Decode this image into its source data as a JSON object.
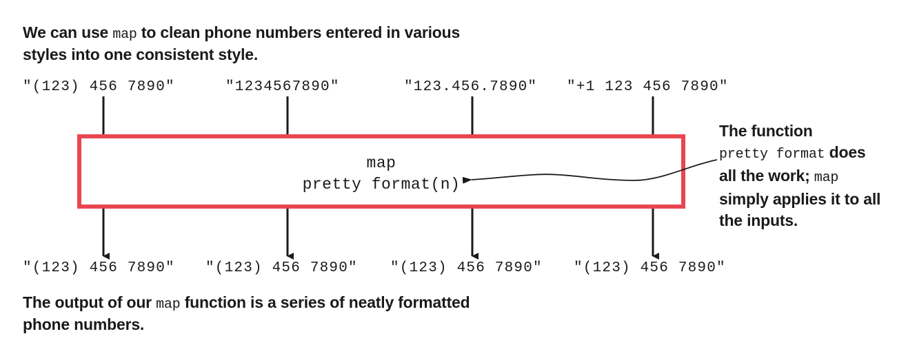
{
  "captions": {
    "top": {
      "pre": "We can use ",
      "code": "map",
      "post_line1": " to clean phone numbers entered in various",
      "line2": "styles into one consistent style."
    },
    "bottom": {
      "pre": "The output of our ",
      "code": "map",
      "post_line1": " function is a series of neatly formatted",
      "line2": "phone numbers."
    }
  },
  "inputs": [
    "\"(123) 456 7890\"",
    "\"1234567890\"",
    "\"123.456.7890\"",
    "\"+1 123 456 7890\""
  ],
  "outputs": [
    "\"(123) 456 7890\"",
    "\"(123) 456 7890\"",
    "\"(123) 456 7890\"",
    "\"(123) 456 7890\""
  ],
  "function_box": {
    "name": "map",
    "call": "pretty format(n)",
    "border_color": "#e8474f"
  },
  "side_note": {
    "line1": "The function",
    "line2_code": "pretty format",
    "line2_post": " does",
    "line3_pre": "all the work; ",
    "line3_code": "map",
    "line4": "simply applies it to all",
    "line5": "the inputs."
  }
}
